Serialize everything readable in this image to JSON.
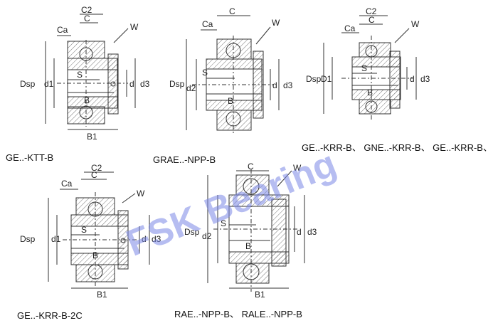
{
  "watermark": "FSK Bearing",
  "colors": {
    "line": "#333333",
    "hatch": "#555555",
    "watermark": "#7a86e6"
  },
  "panels": [
    {
      "caption": "GE..-KTT-B",
      "labels": {
        "c2": "C2",
        "c": "C",
        "ca": "Ca",
        "w": "W",
        "dsp": "Dsp",
        "d1": "d1",
        "d": "d",
        "d3": "d3",
        "s": "S",
        "b": "B",
        "b1": "B1"
      }
    },
    {
      "caption": "GRAE..-NPP-B",
      "labels": {
        "c": "C",
        "ca": "Ca",
        "w": "W",
        "dsp": "Dsp",
        "d2": "d2",
        "d": "d",
        "d3": "d3",
        "s": "S",
        "b": "B"
      }
    },
    {
      "caption": "GE..-KRR-B、 GNE..-KRR-B、 GE..-KRR-B、 GE..-KLL-B",
      "labels": {
        "c2": "C2",
        "c": "C",
        "ca": "Ca",
        "w": "W",
        "dsp": "Dsp",
        "d1": "D1",
        "d": "d",
        "d3": "d3",
        "s": "S",
        "b": "B"
      }
    },
    {
      "caption": "GE..-KRR-B-2C",
      "labels": {
        "c2": "C2",
        "c": "C",
        "ca": "Ca",
        "w": "W",
        "dsp": "Dsp",
        "d1": "d1",
        "d": "d",
        "d3": "d3",
        "s": "S",
        "b": "B",
        "b1": "B1"
      }
    },
    {
      "caption": "RAE..-NPP-B、 RALE..-NPP-B",
      "labels": {
        "c": "C",
        "w": "W",
        "dsp": "Dsp",
        "d2": "d2",
        "d": "d",
        "d3": "d3",
        "s": "S",
        "b": "B",
        "b1": "B1"
      }
    }
  ]
}
